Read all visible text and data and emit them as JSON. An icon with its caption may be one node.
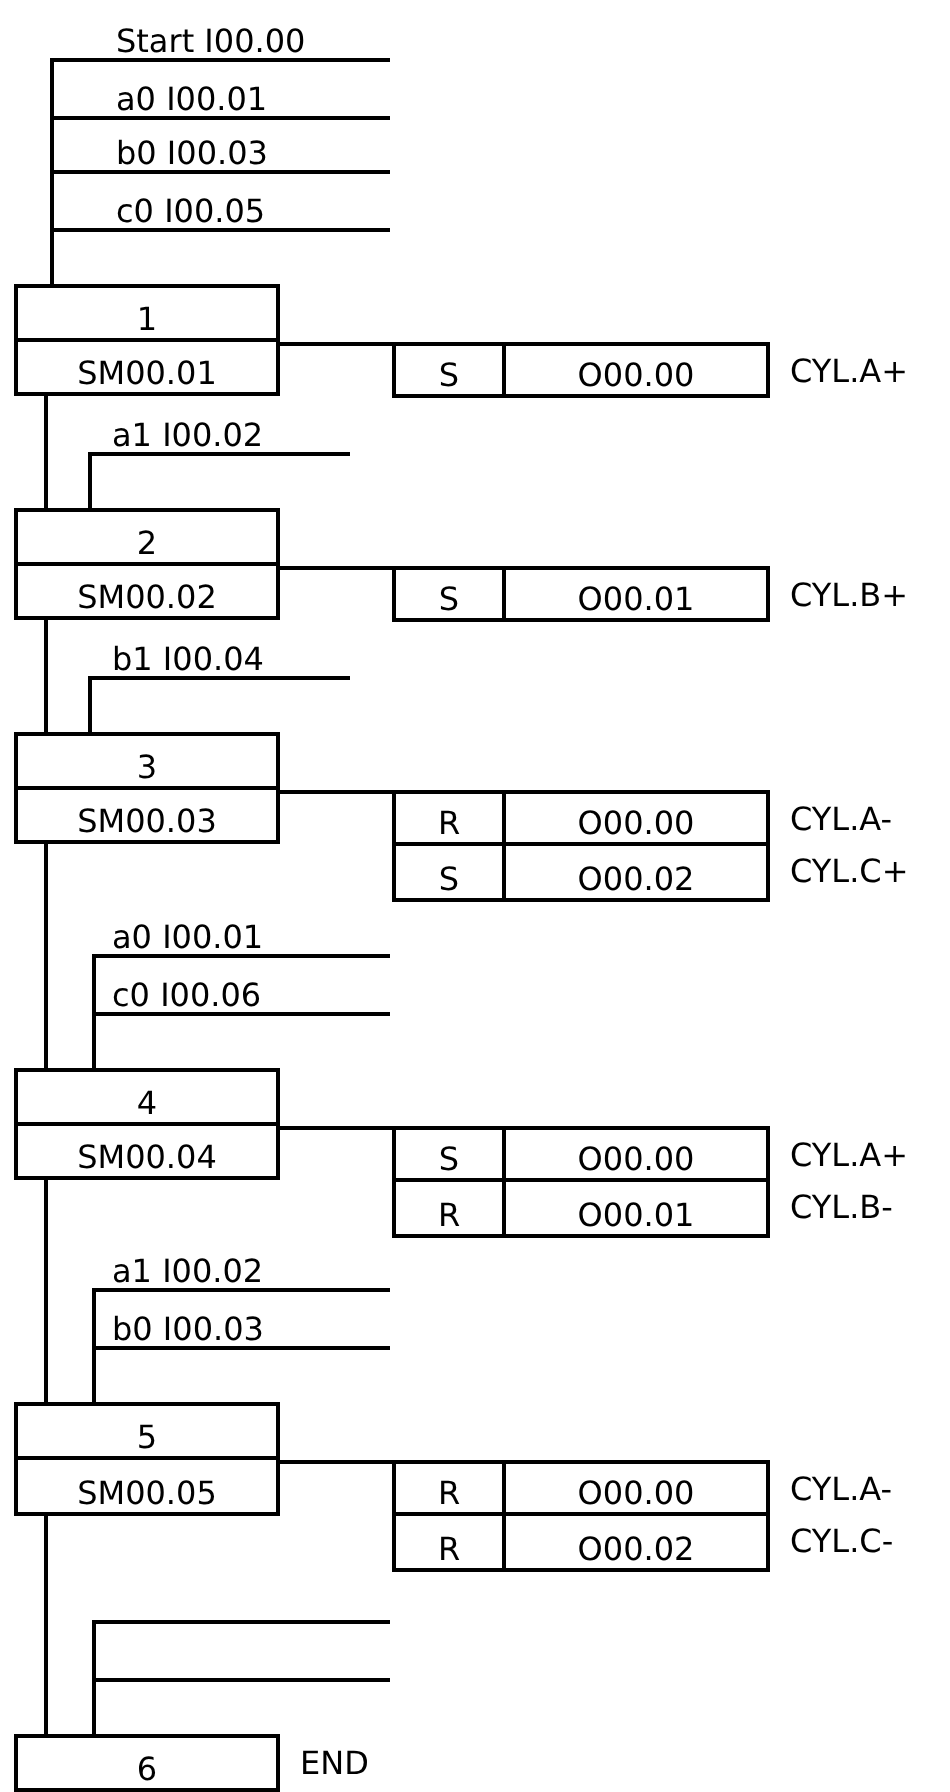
{
  "diagram": {
    "nodes": [
      {
        "text": [
          "1",
          "SM00.01"
        ]
      },
      {
        "text": [
          "S",
          "O00.00"
        ],
        "beside": [
          "CYL.A+"
        ]
      },
      {
        "text": [
          "2",
          "SM00.02"
        ]
      },
      {
        "text": [
          "S",
          "O00.01"
        ],
        "beside": [
          "CYL.B+"
        ]
      },
      {
        "text": [
          "3",
          "SM00.03"
        ]
      },
      {
        "text": [
          "R",
          "O00.00"
        ],
        "beside": [
          "CYL.A-"
        ]
      },
      {
        "text": [
          "S",
          "O00.02"
        ],
        "beside": [
          "CYL.C+"
        ]
      },
      {
        "text": [
          "4",
          "SM00.04"
        ]
      },
      {
        "text": [
          "S",
          "O00.00"
        ],
        "beside": [
          "CYL.A+"
        ]
      },
      {
        "text": [
          "R",
          "O00.01"
        ],
        "beside": [
          "CYL.B-"
        ]
      },
      {
        "text": [
          "5",
          "SM00.05"
        ]
      },
      {
        "text": [
          "R",
          "O00.00"
        ],
        "beside": [
          "CYL.A-"
        ]
      },
      {
        "text": [
          "R",
          "O00.02"
        ],
        "beside": [
          "CYL.C-"
        ]
      },
      {
        "text": [
          "6"
        ],
        "beside": [
          "END"
        ]
      }
    ],
    "edges": [
      {
        "from": 0,
        "to": 1,
        "arrow": "none"
      },
      {
        "from": 0,
        "to": 2,
        "arrow": "none"
      },
      {
        "from": 2,
        "to": 3,
        "arrow": "none"
      },
      {
        "from": 2,
        "to": 4,
        "arrow": "none"
      },
      {
        "from": 4,
        "to": 5,
        "arrow": "none"
      },
      {
        "from": 4,
        "to": 7,
        "arrow": "none"
      },
      {
        "from": 7,
        "to": 8,
        "arrow": "none"
      },
      {
        "from": 7,
        "to": 10,
        "arrow": "none"
      },
      {
        "from": 10,
        "to": 11,
        "arrow": "none"
      },
      {
        "from": 10,
        "to": 13,
        "arrow": "none"
      }
    ],
    "labels": [
      "Start I00.00",
      "a0 I00.01",
      "b0 I00.03",
      "c0 I00.05",
      "a1 I00.02",
      "b1 I00.04",
      "a0 I00.01",
      "c0 I00.06",
      "a1 I00.02",
      "b0 I00.03"
    ]
  }
}
